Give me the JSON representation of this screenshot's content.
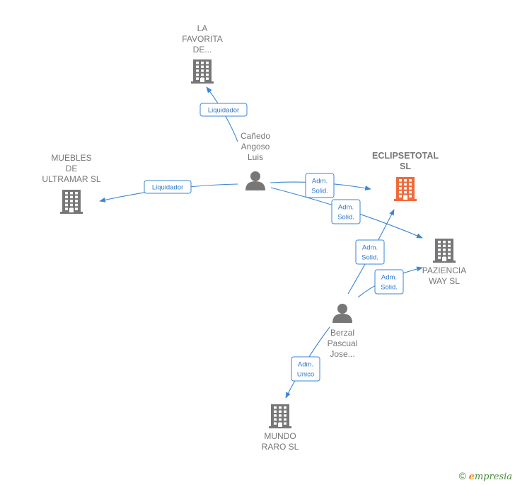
{
  "colors": {
    "edge": "#3b86d6",
    "node": "#777777",
    "focus": "#f26a3b",
    "label": "#777777"
  },
  "nodes": [
    {
      "id": "la-favorita",
      "type": "company",
      "lines": [
        "LA",
        "FAVORITA",
        "DE..."
      ],
      "focus": false
    },
    {
      "id": "muebles",
      "type": "company",
      "lines": [
        "MUEBLES",
        "DE",
        "ULTRAMAR SL"
      ],
      "focus": false
    },
    {
      "id": "eclipsetotal",
      "type": "company",
      "lines": [
        "ECLIPSETOTAL",
        "SL"
      ],
      "focus": true
    },
    {
      "id": "paziencia",
      "type": "company",
      "lines": [
        "PAZIENCIA",
        "WAY SL"
      ],
      "focus": false
    },
    {
      "id": "mundo-raro",
      "type": "company",
      "lines": [
        "MUNDO",
        "RARO SL"
      ],
      "focus": false
    },
    {
      "id": "canedo",
      "type": "person",
      "lines": [
        "Cañedo",
        "Angoso",
        "Luis"
      ],
      "focus": false
    },
    {
      "id": "berzal",
      "type": "person",
      "lines": [
        "Berzal",
        "Pascual",
        "Jose..."
      ],
      "focus": false
    }
  ],
  "edges": [
    {
      "id": "canedo-lafavorita",
      "from": "canedo",
      "to": "la-favorita",
      "lines": [
        "Liquidador"
      ]
    },
    {
      "id": "canedo-muebles",
      "from": "canedo",
      "to": "muebles",
      "lines": [
        "Liquidador"
      ]
    },
    {
      "id": "canedo-eclipsetotal",
      "from": "canedo",
      "to": "eclipsetotal",
      "lines": [
        "Adm.",
        "Solid."
      ]
    },
    {
      "id": "canedo-paziencia",
      "from": "canedo",
      "to": "paziencia",
      "lines": [
        "Adm.",
        "Solid."
      ]
    },
    {
      "id": "berzal-eclipsetotal",
      "from": "berzal",
      "to": "eclipsetotal",
      "lines": [
        "Adm.",
        "Solid."
      ]
    },
    {
      "id": "berzal-paziencia",
      "from": "berzal",
      "to": "paziencia",
      "lines": [
        "Adm.",
        "Solid."
      ]
    },
    {
      "id": "berzal-mundoraro",
      "from": "berzal",
      "to": "mundo-raro",
      "lines": [
        "Adm.",
        "Unico"
      ]
    }
  ],
  "footer": {
    "copyright": "©",
    "brand_initial": "e",
    "brand_rest": "mpresia"
  }
}
